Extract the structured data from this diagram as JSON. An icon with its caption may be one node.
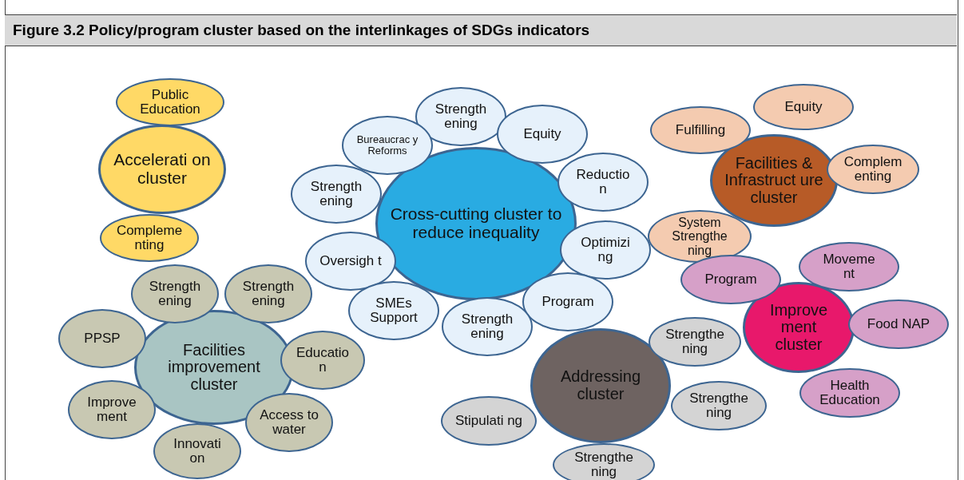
{
  "diagram": {
    "title": "Figure 3.2 Policy/program cluster based on the interlinkages of SDGs indicators",
    "nodes": [
      {
        "text": [
          "Accelerati on cluster"
        ]
      },
      {
        "text": [
          "Public Education"
        ]
      },
      {
        "text": [
          "Compleme nting"
        ]
      },
      {
        "text": [
          "Cross-cutting cluster to reduce inequality"
        ]
      },
      {
        "text": [
          "Strength ening"
        ]
      },
      {
        "text": [
          "Equity"
        ]
      },
      {
        "text": [
          "Bureaucrac y Reforms"
        ]
      },
      {
        "text": [
          "Reductio n"
        ]
      },
      {
        "text": [
          "Strength ening"
        ]
      },
      {
        "text": [
          "Optimizi ng"
        ]
      },
      {
        "text": [
          "Oversigh t"
        ]
      },
      {
        "text": [
          "Program"
        ]
      },
      {
        "text": [
          "SMEs Support"
        ]
      },
      {
        "text": [
          "Strength ening"
        ]
      },
      {
        "text": [
          "Facilities & Infrastruct ure cluster"
        ]
      },
      {
        "text": [
          "Equity"
        ]
      },
      {
        "text": [
          "Fulfilling"
        ]
      },
      {
        "text": [
          "Complem enting"
        ]
      },
      {
        "text": [
          "System Strengthe ning"
        ]
      },
      {
        "text": [
          "Improve ment cluster"
        ]
      },
      {
        "text": [
          "Moveme nt"
        ]
      },
      {
        "text": [
          "Program"
        ]
      },
      {
        "text": [
          "Food NAP"
        ]
      },
      {
        "text": [
          "Health Education"
        ]
      },
      {
        "text": [
          "Facilities improvement cluster"
        ]
      },
      {
        "text": [
          "Strength ening"
        ]
      },
      {
        "text": [
          "Strength ening"
        ]
      },
      {
        "text": [
          "PPSP"
        ]
      },
      {
        "text": [
          "Educatio n"
        ]
      },
      {
        "text": [
          "Improve ment"
        ]
      },
      {
        "text": [
          "Access to water"
        ]
      },
      {
        "text": [
          "Innovati on"
        ]
      },
      {
        "text": [
          "Addressing cluster"
        ]
      },
      {
        "text": [
          "Strengthe ning"
        ]
      },
      {
        "text": [
          "Strengthe ning"
        ]
      },
      {
        "text": [
          "Stipulati ng"
        ]
      },
      {
        "text": [
          "Strengthe ning"
        ]
      }
    ],
    "edges": []
  }
}
